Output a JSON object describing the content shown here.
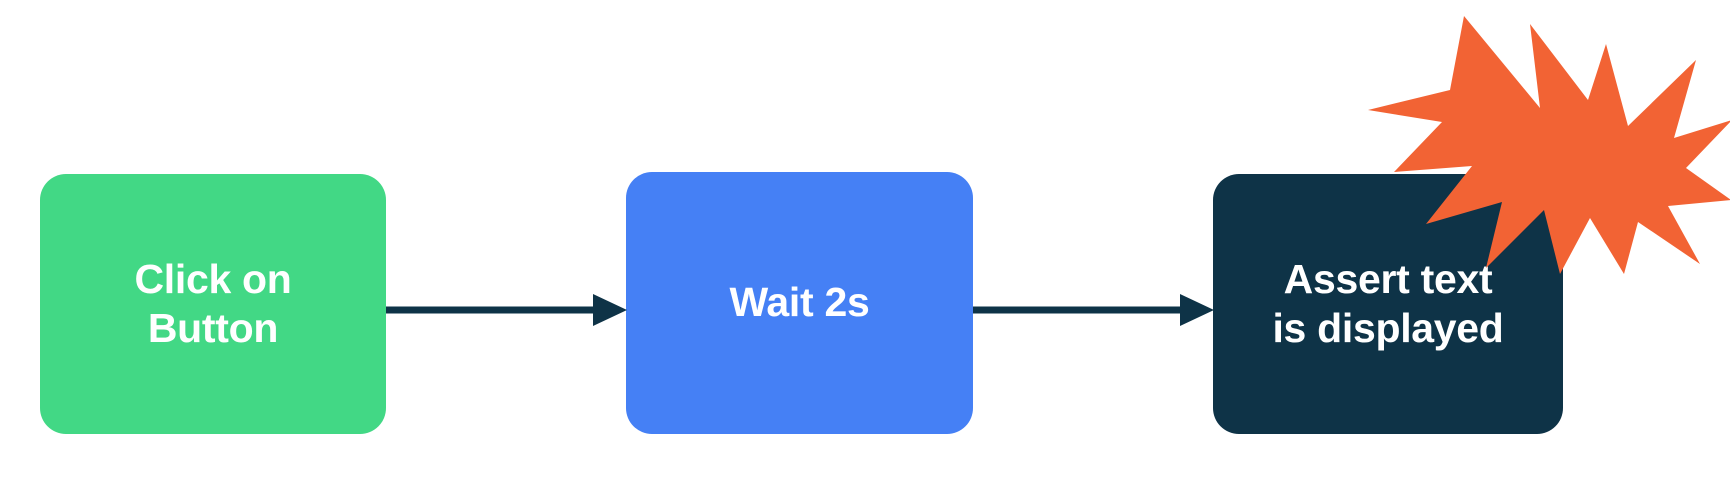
{
  "diagram": {
    "title": "test-step-flow",
    "background_color": "#ffffff",
    "nodes": [
      {
        "id": "click-on-button",
        "label": "Click on\nButton",
        "fill": "#42D885",
        "text_color": "#ffffff"
      },
      {
        "id": "wait-2s",
        "label": "Wait 2s",
        "fill": "#4580F5",
        "text_color": "#ffffff"
      },
      {
        "id": "assert-text-is-displayed",
        "label": "Assert text\nis displayed",
        "fill": "#0E3347",
        "text_color": "#ffffff"
      }
    ],
    "connectors": [
      {
        "id": "arrow-1",
        "from": "click-on-button",
        "to": "wait-2s",
        "color": "#0E3347"
      },
      {
        "id": "arrow-2",
        "from": "wait-2s",
        "to": "assert-text-is-displayed",
        "color": "#0E3347"
      }
    ],
    "decorations": [
      {
        "id": "starburst",
        "shape": "starburst",
        "fill": "#F26334",
        "attached_to": "assert-text-is-displayed"
      }
    ]
  }
}
